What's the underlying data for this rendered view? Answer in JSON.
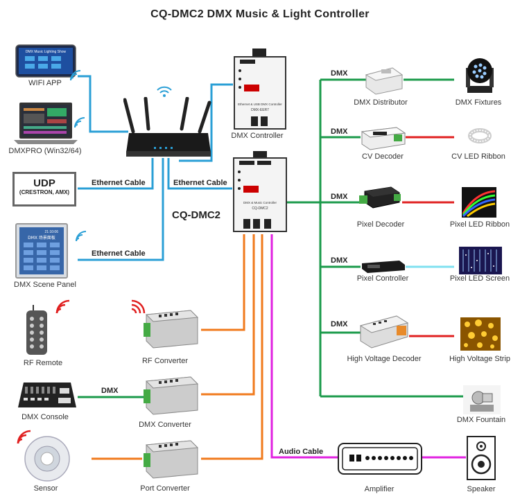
{
  "title": "CQ-DMC2 DMX Music & Light Controller",
  "center": {
    "name": "CQ-DMC2",
    "panel_title": "DMX & Music Controller",
    "panel_model": "CQ-DMC2"
  },
  "dmx_controller": {
    "label": "DMX Controller",
    "panel_title": "Ethernet & USB DMX Controller",
    "panel_model": "DMX-EER7"
  },
  "left": {
    "wifi_app": "WIFI APP",
    "wifi_app_screen": "DMX Music Lighting Show",
    "dmxpro": "DMXPRO (Win32/64)",
    "udp_title": "UDP",
    "udp_sub": "(CRESTRON, AMX)",
    "scene_panel": "DMX Scene Panel",
    "scene_panel_screen": "DMX 场景面板",
    "scene_panel_time": "21:10:06",
    "rf_remote": "RF Remote",
    "dmx_console": "DMX Console",
    "sensor": "Sensor"
  },
  "converters": {
    "rf": "RF Converter",
    "dmx": "DMX Converter",
    "port": "Port Converter"
  },
  "wires": {
    "ethernet_1": "Ethernet Cable",
    "ethernet_2": "Ethernet Cable",
    "ethernet_3": "Ethernet Cable",
    "dmx_console": "DMX",
    "audio": "Audio Cable",
    "dmx_1": "DMX",
    "dmx_2": "DMX",
    "dmx_3": "DMX",
    "dmx_4": "DMX",
    "dmx_5": "DMX"
  },
  "right": {
    "distributor": "DMX Distributor",
    "fixtures": "DMX Fixtures",
    "cv_decoder": "CV Decoder",
    "cv_ribbon": "CV LED Ribbon",
    "pixel_decoder": "Pixel Decoder",
    "pixel_ribbon": "Pixel LED Ribbon",
    "pixel_controller": "Pixel Controller",
    "pixel_screen": "Pixel LED Screen",
    "hv_decoder": "High Voltage Decoder",
    "hv_strip": "High Voltage Strip",
    "fountain": "DMX Fountain",
    "amplifier": "Amplifier",
    "speaker": "Speaker"
  },
  "colors": {
    "ethernet": "#2a9fd6",
    "dmx": "#1a9a4a",
    "rf_line": "#f07a1c",
    "audio": "#e020e0",
    "red": "#e02020",
    "cyan": "#7fe0f0"
  }
}
